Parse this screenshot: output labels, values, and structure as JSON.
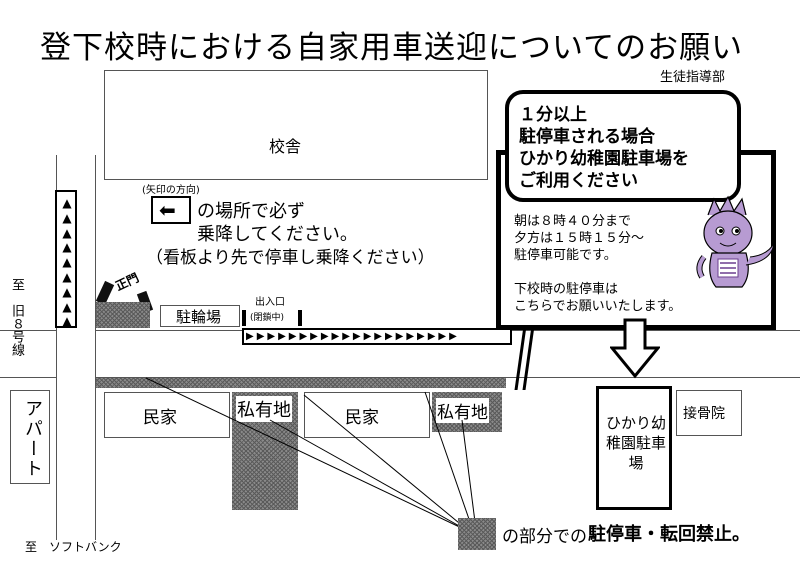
{
  "title": "登下校時における自家用車送迎についてのお願い",
  "department": "生徒指導部",
  "buildings": {
    "school": "校舎",
    "bike_parking": "駐輪場",
    "house_1": "民家",
    "house_2": "民家",
    "private_land_1": "私有地",
    "private_land_2": "私有地",
    "apartment": "アパート",
    "clinic": "接骨院",
    "kindergarten_parking": "ひかり幼稚園駐車場"
  },
  "gates": {
    "main_gate": "正門",
    "entrance": "出入口",
    "entrance_note": "(閉鎖中)"
  },
  "roads": {
    "to_old8": "至　旧８号線",
    "to_softbank": "至　ソフトバンク"
  },
  "instructions": {
    "arrow_caption": "(矢印の方向)",
    "line1": "の場所で必ず",
    "line2": "乗降してください。",
    "line3": "（看板より先で停車し乗降ください）"
  },
  "notice": {
    "headline_1": "１分以上",
    "headline_2": "駐停車される場合",
    "headline_3": "ひかり幼稚園駐車場を",
    "headline_4": "ご利用ください",
    "body_1": "朝は８時４０分まで",
    "body_2": "夕方は１５時１５分～",
    "body_3": "駐停車可能です。",
    "body_4": "下校時の駐停車は",
    "body_5": "こちらでお願いいたします。"
  },
  "prohibition": {
    "text_1": "の部分での",
    "text_2": "駐停車・転回禁止。"
  },
  "icons": {
    "direction_arrow": "left-arrow-icon",
    "mascot": "purple-dragon-mascot"
  },
  "colors": {
    "mascot": "#b79bd2",
    "mascot_dark": "#6b3f8f"
  }
}
